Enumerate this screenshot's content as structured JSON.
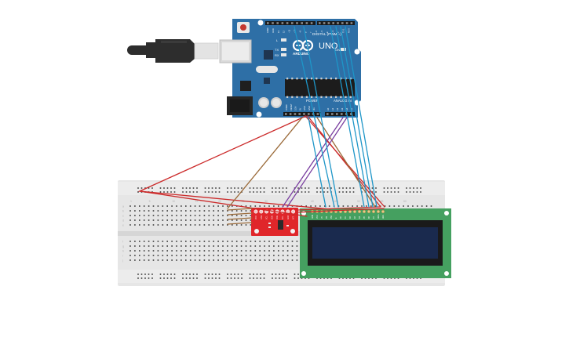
{
  "arduino": {
    "brand_label": "ARDUINO",
    "model_label": "UNO",
    "digital_label": "DIGITAL (PWM ~)",
    "power_label": "POWER",
    "analog_label": "ANALOG IN",
    "on_label": "ON",
    "tx_label": "TX",
    "rx_label": "RX",
    "l_label": "L",
    "board_color": "#2e6fa6",
    "pin_labels_top": [
      "AREF",
      "GND",
      "13",
      "12",
      "~11",
      "~10",
      "~9",
      "8",
      "7",
      "~6",
      "~5",
      "4",
      "~3",
      "2",
      "TX 1",
      "RX 0"
    ],
    "pin_labels_power": [
      "IOREF",
      "RESET",
      "3.3V",
      "5V",
      "GND",
      "GND",
      "Vin"
    ],
    "pin_labels_analog": [
      "A0",
      "A1",
      "A2",
      "A3",
      "A4",
      "A5"
    ]
  },
  "breadboard": {
    "color": "#e6e6e6",
    "row_letters": [
      "a",
      "b",
      "c",
      "d",
      "e",
      "f",
      "g",
      "h",
      "i",
      "j"
    ],
    "column_numbers": [
      "1",
      "5",
      "10",
      "15",
      "20",
      "25",
      "30",
      "35",
      "40",
      "45",
      "50",
      "55",
      "60"
    ]
  },
  "sensor_module": {
    "color": "#e0262a",
    "pin_labels": [
      "VCC",
      "GND",
      "SCL",
      "SDA",
      "XDA",
      "XCL",
      "ADO",
      "INT"
    ]
  },
  "lcd": {
    "pcb_color": "#45a060",
    "screen_color": "#1a2a4e",
    "pin_labels": [
      "GND",
      "VCC",
      "V0",
      "RS",
      "RW",
      "E",
      "D0",
      "D1",
      "D2",
      "D3",
      "D4",
      "D5",
      "D6",
      "D7",
      "LED+",
      "LED-"
    ]
  },
  "usb_cable": {
    "color": "#2d2d2d"
  },
  "wire_colors": {
    "red": "#cc2b2b",
    "brown": "#9b6b3a",
    "purple": "#7a3fa0",
    "blue": "#1e96c8"
  }
}
